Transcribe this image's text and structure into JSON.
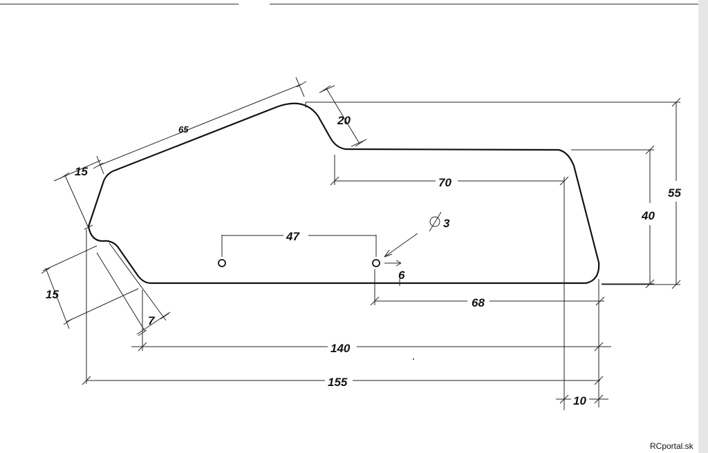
{
  "dimensions": {
    "d65": "65",
    "d20": "20",
    "d15_top": "15",
    "d15_bottom": "15",
    "d7": "7",
    "d70": "70",
    "d47": "47",
    "d3": "3",
    "d6": "6",
    "d68": "68",
    "d140": "140",
    "d155": "155",
    "d10": "10",
    "d40": "40",
    "d55": "55"
  },
  "watermark": "RCportal.sk",
  "icons": {
    "diameter": "diameter-symbol-icon"
  }
}
